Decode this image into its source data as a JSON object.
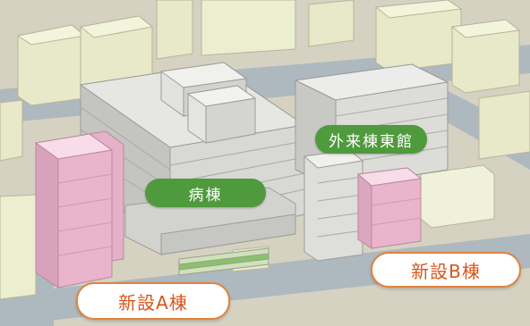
{
  "labels": {
    "outpatient_east": "外来棟東館",
    "ward": "病棟",
    "new_b": "新設B棟",
    "new_a": "新設A棟"
  },
  "colors": {
    "ground": "#d6d2c2",
    "road": "#aeb9bf",
    "background_building": "#e8e9c8",
    "existing_building": "#dcdcd8",
    "new_building": "#f0c2d8",
    "label_green": "#4f9a3d",
    "label_orange": "#d9541a"
  }
}
